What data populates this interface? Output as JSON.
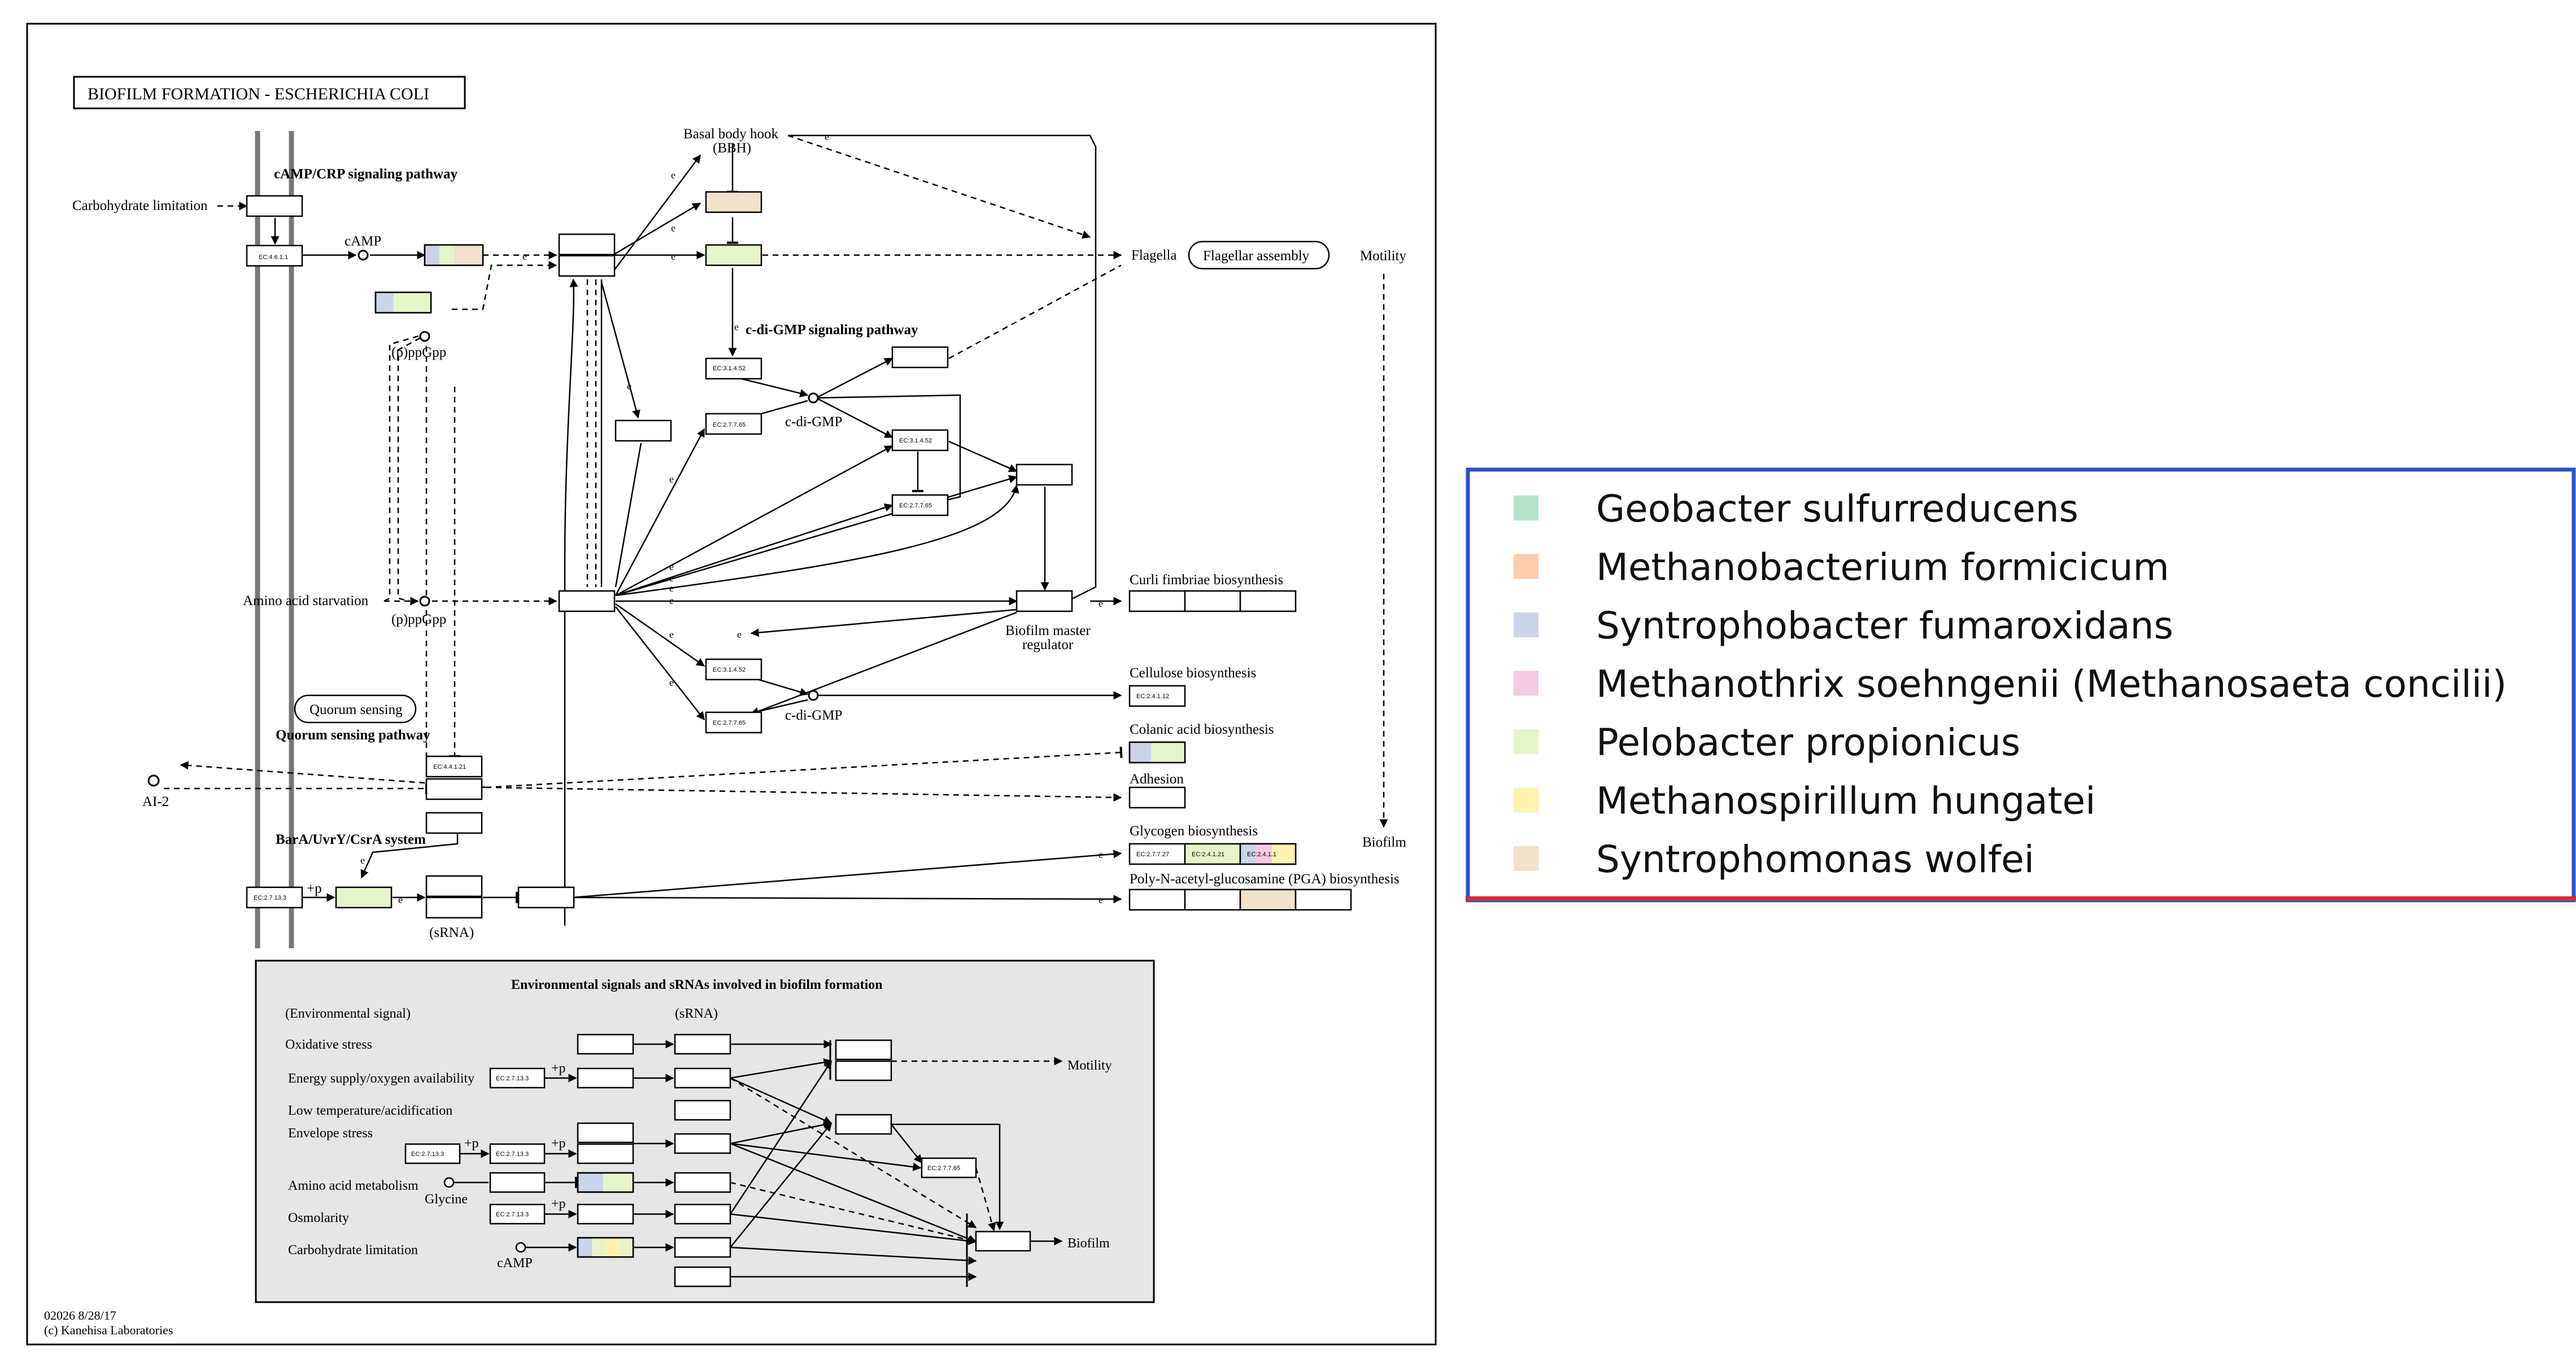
{
  "title": "BIOFILM FORMATION - ESCHERICHIA COLI",
  "footer": {
    "code": "02026 8/28/17",
    "copyright": "(c) Kanehisa Laboratories"
  },
  "colors": {
    "Geobacter sulfurreducens": "#b3e2cd",
    "Methanobacterium formicicum": "#fdcdac",
    "Syntrophobacter fumaroxidans": "#cbd5e8",
    "Methanothrix soehngenii (Methanosaeta concilii)": "#f4cae4",
    "Pelobacter propionicus": "#e6f5c9",
    "Methanospirillum hungatei": "#fff2ae",
    "Syntrophomonas wolfei": "#f1e2cc"
  },
  "legend": [
    {
      "label": "Geobacter sulfurreducens",
      "color": "#b3e2cd"
    },
    {
      "label": "Methanobacterium formicicum",
      "color": "#fdcdac"
    },
    {
      "label": "Syntrophobacter fumaroxidans",
      "color": "#cbd5e8"
    },
    {
      "label": "Methanothrix soehngenii (Methanosaeta concilii)",
      "color": "#f4cae4"
    },
    {
      "label": "Pelobacter propionicus",
      "color": "#e6f5c9"
    },
    {
      "label": "Methanospirillum hungatei",
      "color": "#fff2ae"
    },
    {
      "label": "Syntrophomonas wolfei",
      "color": "#f1e2cc"
    }
  ],
  "labels": {
    "camp_crp": "cAMP/CRP signaling pathway",
    "carb_limitation": "Carbohydrate limitation",
    "camp": "cAMP",
    "ppgpp1": "(p)ppGpp",
    "ppgpp2": "(p)ppGpp",
    "amino_starvation": "Amino acid starvation",
    "bbh1": "Basal body hook",
    "bbh2": "(BBH)",
    "flagella": "Flagella",
    "flagellar_assembly": "Flagellar assembly",
    "motility": "Motility",
    "biofilm": "Biofilm",
    "cdigmp_path": "c-di-GMP signaling pathway",
    "cdigmp1": "c-di-GMP",
    "cdigmp2": "c-di-GMP",
    "curli": "Curli fimbriae biosynthesis",
    "master1": "Biofilm master",
    "master2": "regulator",
    "cellulose": "Cellulose biosynthesis",
    "colanic": "Colanic acid biosynthesis",
    "adhesion": "Adhesion",
    "glycogen": "Glycogen biosynthesis",
    "pga": "Poly-N-acetyl-glucosamine (PGA) biosynthesis",
    "quorum_sensing": "Quorum sensing",
    "qs_path": "Quorum sensing pathway",
    "ai2": "AI-2",
    "baruvry": "BarA/UvrY/CsrA system",
    "srna": "(sRNA)",
    "plus_p": "+p"
  },
  "ec": {
    "ec_4611": "EC:4.6.1.1",
    "ec_31452_a": "EC:3.1.4.52",
    "ec_27765_a": "EC:2.7.7.65",
    "ec_31452_b": "EC:3.1.4.52",
    "ec_27765_b": "EC:2.7.7.65",
    "ec_31452_c": "EC:3.1.4.52",
    "ec_27765_c": "EC:2.7.7.65",
    "ec_24112": "EC:2.4.1.12",
    "ec_44121": "EC:4.4.1.21",
    "ec_271327": "EC:2.7.13.3",
    "ec_27727": "EC:2.7.7.27",
    "ec_24121": "EC:2.4.1.21",
    "ec_2411": "EC:2.4.1.1"
  },
  "inset": {
    "title": "Environmental signals and sRNAs involved in biofilm formation",
    "col_env": "(Environmental signal)",
    "col_srna": "(sRNA)",
    "rows": [
      "Oxidative stress",
      "Energy supply/oxygen availability",
      "Low temperature/acidification",
      "Envelope stress",
      "Amino acid metabolism",
      "Osmolarity",
      "Carbohydrate limitation"
    ],
    "glycine": "Glycine",
    "camp": "cAMP",
    "motility": "Motility",
    "biofilm": "Biofilm",
    "ec_a": "EC:2.7.13.3",
    "ec_b": "EC:2.7.13.3",
    "ec_c": "EC:2.7.13.3",
    "ec_d": "EC:2.7.13.3",
    "ec_e": "EC:2.7.7.65"
  }
}
